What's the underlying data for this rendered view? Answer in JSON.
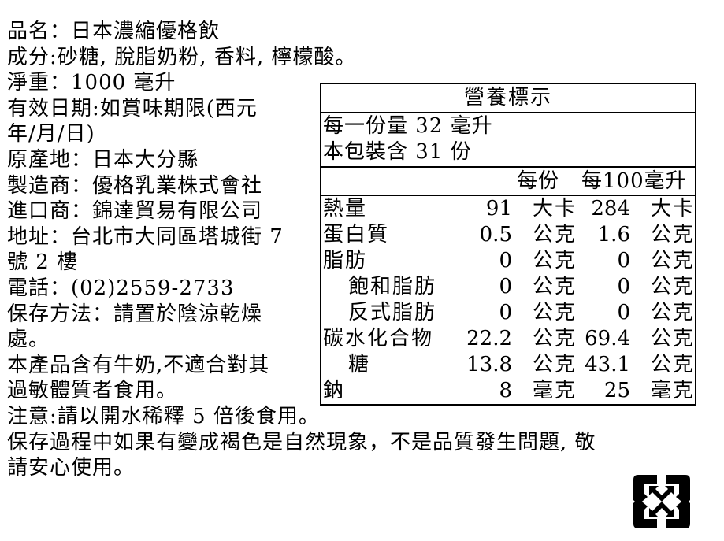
{
  "label": {
    "lines": [
      "品名：日本濃縮優格飲",
      "成分:砂糖, 脫脂奶粉, 香料, 檸檬酸。",
      "淨重：1000 毫升",
      "有效日期:如賞味期限(西元",
      "年/月/日)",
      "原產地：日本大分縣",
      "製造商：優格乳業株式會社",
      "進口商：錦達貿易有限公司",
      "地址：台北市大同區塔城街 7",
      "號 2 樓",
      "電話：(02)2559-2733",
      "保存方法：請置於陰涼乾燥",
      "處。",
      "本產品含有牛奶,不適合對其",
      "過敏體質者食用。",
      "注意:請以開水稀釋 5 倍後食用。",
      "保存過程中如果有變成褐色是自然現象，不是品質發生問題, 敬",
      "請安心使用。"
    ]
  },
  "nutrition": {
    "title": "營養標示",
    "serving_size": "每一份量 32 毫升",
    "servings_per_package": "本包裝含 31 份",
    "col_per_serving": "每份",
    "col_per_100": "每100毫升",
    "rows": [
      {
        "name": "熱量",
        "indent": false,
        "per_serving": "91",
        "unit1": "大卡",
        "per_100": "284",
        "unit2": "大卡"
      },
      {
        "name": "蛋白質",
        "indent": false,
        "per_serving": "0.5",
        "unit1": "公克",
        "per_100": "1.6",
        "unit2": "公克"
      },
      {
        "name": "脂肪",
        "indent": false,
        "per_serving": "0",
        "unit1": "公克",
        "per_100": "0",
        "unit2": "公克"
      },
      {
        "name": "飽和脂肪",
        "indent": true,
        "per_serving": "0",
        "unit1": "公克",
        "per_100": "0",
        "unit2": "公克"
      },
      {
        "name": "反式脂肪",
        "indent": true,
        "per_serving": "0",
        "unit1": "公克",
        "per_100": "0",
        "unit2": "公克"
      },
      {
        "name": "碳水化合物",
        "indent": false,
        "per_serving": "22.2",
        "unit1": "公克",
        "per_100": "69.4",
        "unit2": "公克"
      },
      {
        "name": "糖",
        "indent": true,
        "per_serving": "13.8",
        "unit1": "公克",
        "per_100": "43.1",
        "unit2": "公克"
      },
      {
        "name": "鈉",
        "indent": false,
        "per_serving": "8",
        "unit1": "毫克",
        "per_100": "25",
        "unit2": "毫克"
      }
    ]
  },
  "icons": {
    "recycle": "taiwan-recycling-mark"
  },
  "colors": {
    "text": "#000000",
    "background": "#ffffff",
    "border": "#000000"
  }
}
